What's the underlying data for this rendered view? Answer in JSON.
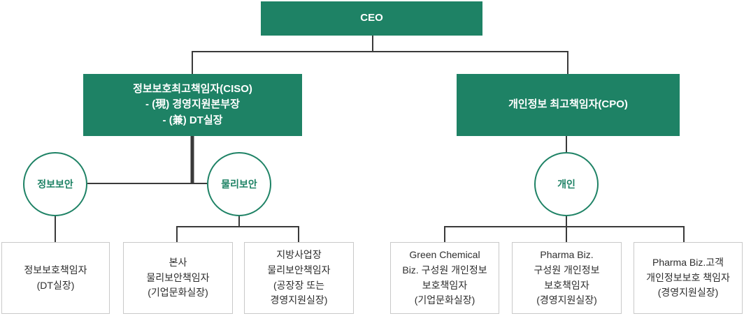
{
  "palette": {
    "green": "#1e8265",
    "line_dark": "#3a3a3a",
    "box_border": "#c9c9c9",
    "text_dark": "#2e2e2e"
  },
  "org_chart": {
    "root": {
      "label": "CEO"
    },
    "ciso": {
      "lines": [
        "정보보호최고책임자(CISO)",
        "- (現) 경영지원본부장",
        "- (兼) DT실장"
      ]
    },
    "cpo": {
      "label": "개인정보 최고책임자(CPO)"
    },
    "groups": {
      "info_security": {
        "label": "정보보안"
      },
      "physical_security": {
        "label": "물리보안"
      },
      "personal_info": {
        "label": "개인"
      }
    },
    "leaves": {
      "dt_officer": {
        "lines": [
          "정보보호책임자",
          "(DT실장)"
        ]
      },
      "hq_physical": {
        "lines": [
          "본사",
          "물리보안책임자",
          "(기업문화실장)"
        ]
      },
      "regional_physical": {
        "lines": [
          "지방사업장",
          "물리보안책임자",
          "(공장장 또는",
          "경영지원실장)"
        ]
      },
      "green_chemical": {
        "lines": [
          "Green Chemical",
          "Biz. 구성원 개인정보",
          "보호책임자",
          "(기업문화실장)"
        ]
      },
      "pharma_member": {
        "lines": [
          "Pharma Biz.",
          "구성원 개인정보",
          "보호책임자",
          "(경영지원실장)"
        ]
      },
      "pharma_customer": {
        "lines": [
          "Pharma Biz.고객",
          "개인정보보호 책임자",
          "(경영지원실장)"
        ]
      }
    }
  }
}
